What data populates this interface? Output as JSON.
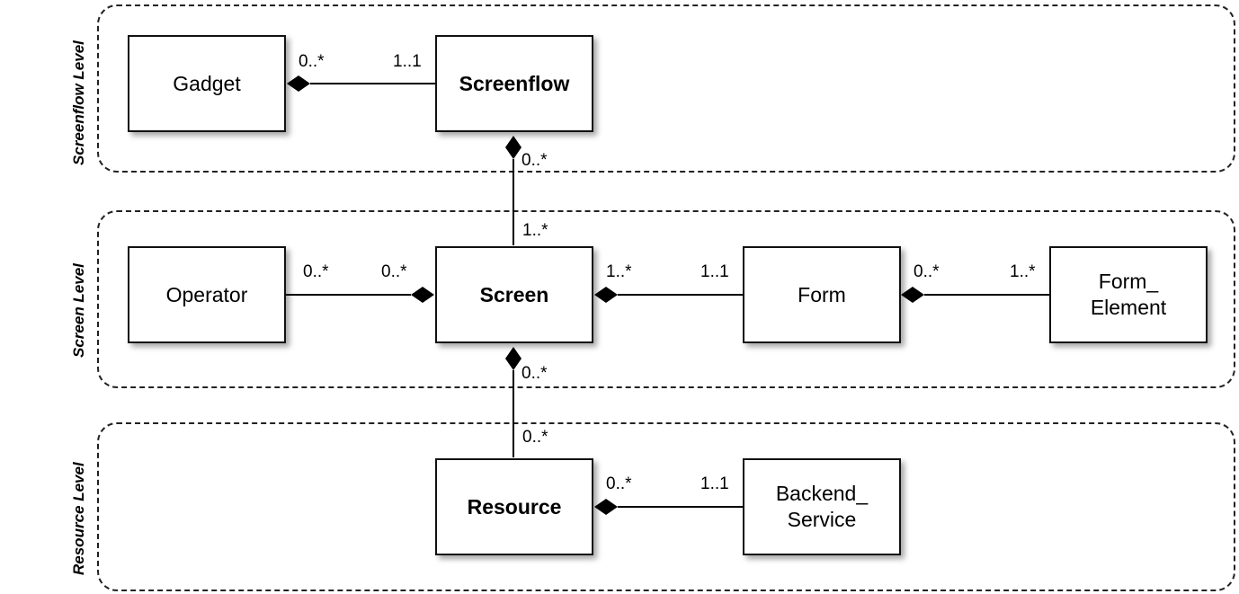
{
  "levels": {
    "screenflow": "Screenflow Level",
    "screen": "Screen Level",
    "resource": "Resource Level"
  },
  "classes": {
    "gadget": "Gadget",
    "screenflow": "Screenflow",
    "operator": "Operator",
    "screen": "Screen",
    "form": "Form",
    "form_element": [
      "Form_",
      "Element"
    ],
    "resource": "Resource",
    "backend_service": [
      "Backend_",
      "Service"
    ]
  },
  "multiplicities": {
    "gadget_end": "0..*",
    "screenflow_end_gadget": "1..1",
    "screenflow_end_screen": "0..*",
    "screen_end_screenflow": "1..*",
    "operator_end": "0..*",
    "screen_end_operator": "0..*",
    "screen_end_form": "1..*",
    "form_end_screen": "1..1",
    "form_end_element": "0..*",
    "element_end_form": "1..*",
    "screen_end_resource": "0..*",
    "resource_end_screen": "0..*",
    "resource_end_backend": "0..*",
    "backend_end_resource": "1..1"
  }
}
